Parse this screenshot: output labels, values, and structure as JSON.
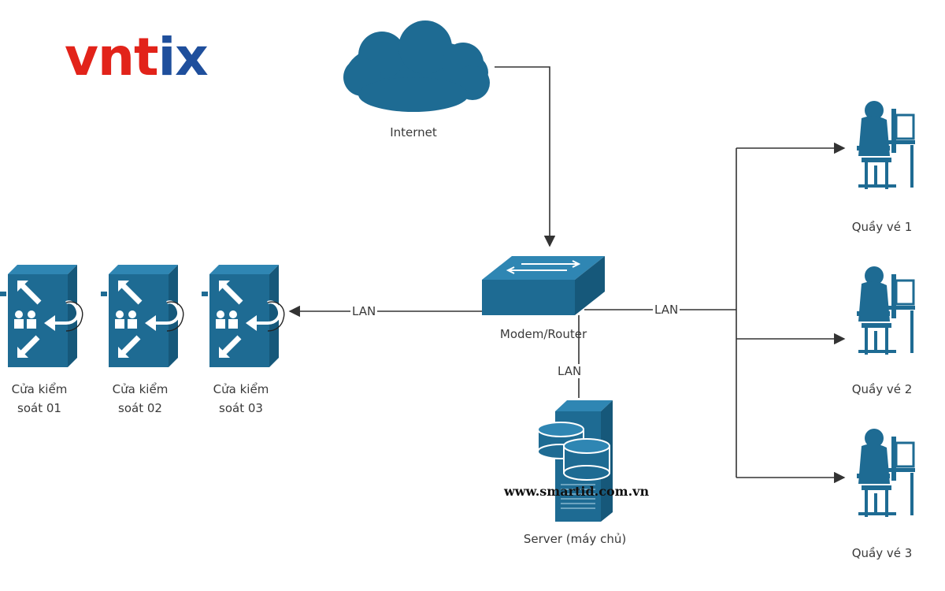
{
  "logo": {
    "part_red": "vnt",
    "part_blue": "ix"
  },
  "nodes": {
    "internet": "Internet",
    "router": "Modem/Router",
    "server": "Server (máy chủ)",
    "gate_1": [
      "Cửa kiểm",
      "soát 01"
    ],
    "gate_2": [
      "Cửa kiểm",
      "soát 02"
    ],
    "gate_3": [
      "Cửa kiểm",
      "soát 03"
    ],
    "counter_1": "Quầy vé 1",
    "counter_2": "Quầy vé 2",
    "counter_3": "Quầy vé 3"
  },
  "edges": {
    "lan_gates": "LAN",
    "lan_counters": "LAN",
    "lan_server": "LAN"
  },
  "watermark": "www.smartid.com.vn",
  "colors": {
    "icon": "#1e6b93",
    "icon_dark": "#16587a",
    "line": "#333333"
  }
}
